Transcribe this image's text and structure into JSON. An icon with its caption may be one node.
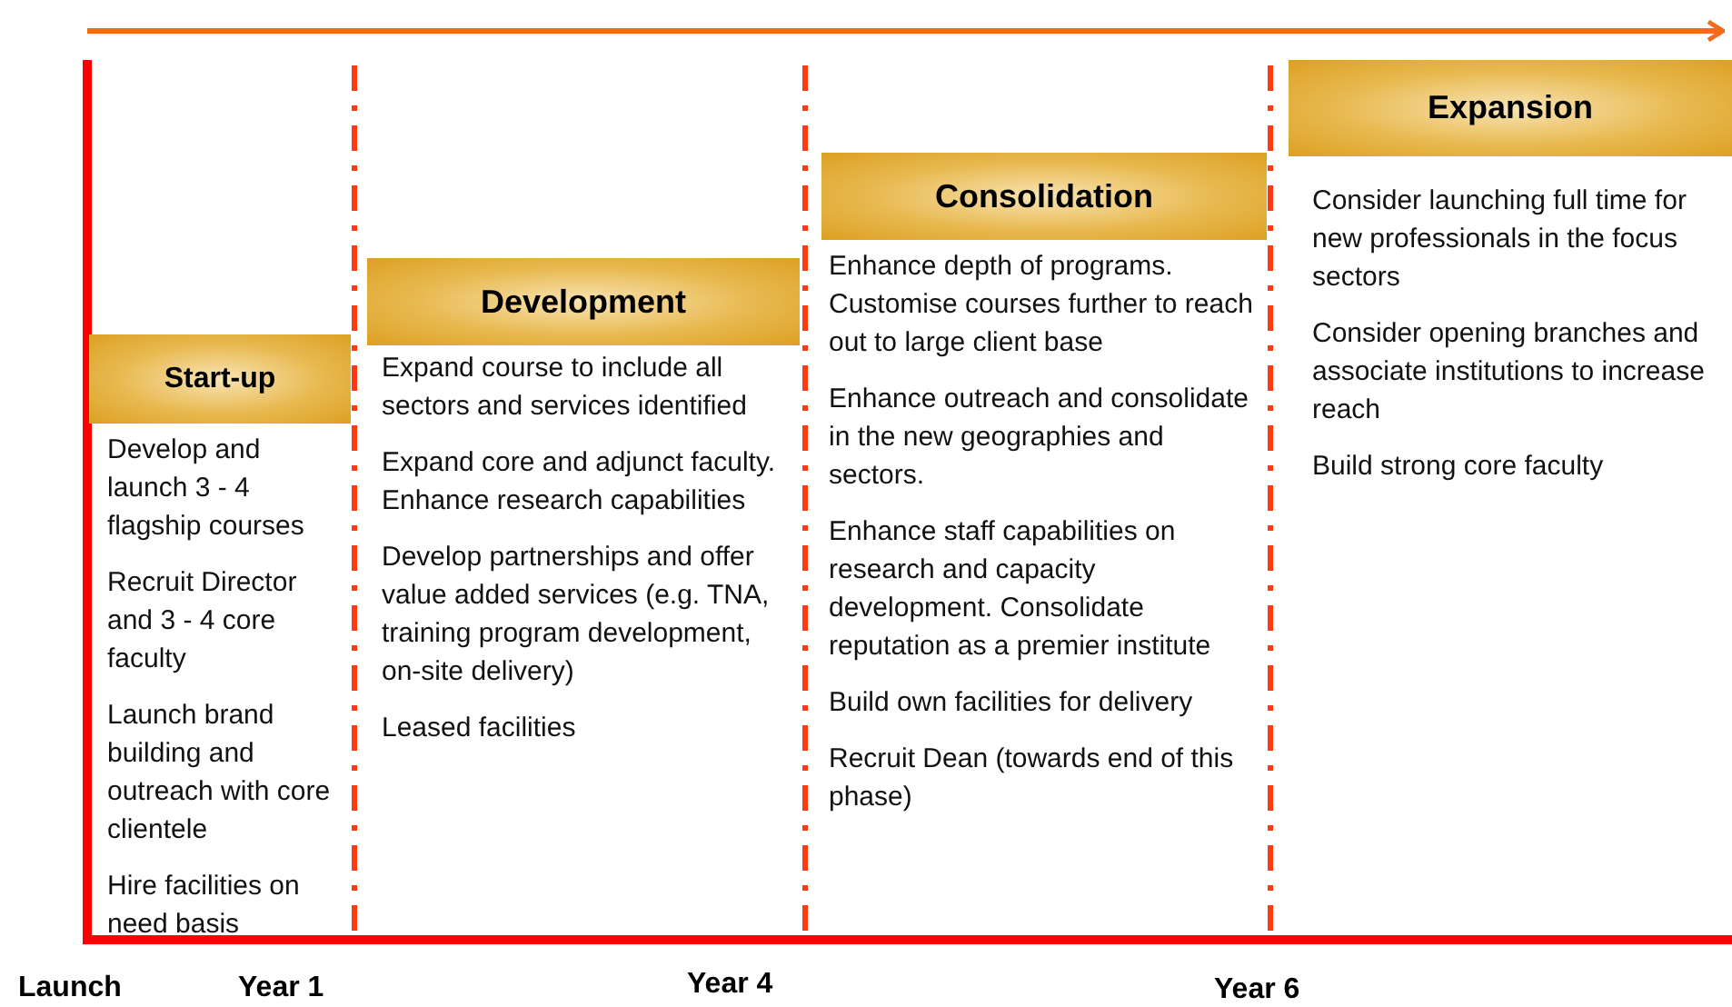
{
  "diagram": {
    "nodes": [
      {
        "text": [
          "Start-up"
        ],
        "beside": [
          "Develop and launch 3 - 4 flagship courses",
          "Recruit Director and 3 - 4 core faculty",
          "Launch brand building and outreach with core clientele",
          "Hire facilities on need basis"
        ]
      },
      {
        "text": [
          "Development"
        ],
        "beside": [
          "Expand course to include all sectors and services identified",
          "Expand core and adjunct faculty. Enhance research capabilities",
          "Develop partnerships and offer value added services (e.g. TNA, training program development, on-site delivery)",
          "Leased facilities"
        ]
      },
      {
        "text": [
          "Consolidation"
        ],
        "beside": [
          "Enhance depth of programs. Customise courses further to reach out to large client base",
          "Enhance outreach and consolidate in the new geographies and sectors.",
          "Enhance staff capabilities on research and capacity development.  Consolidate reputation as a premier institute",
          "Build own facilities for delivery",
          "Recruit Dean (towards end of this phase)"
        ]
      },
      {
        "text": [
          "Expansion"
        ],
        "beside": [
          "Consider launching full time for new professionals in the focus sectors",
          "Consider opening branches and associate institutions to increase reach",
          "Build strong core faculty"
        ]
      }
    ],
    "labels": [
      "Launch",
      "Year 1",
      "Year 4",
      "Year 6"
    ]
  }
}
